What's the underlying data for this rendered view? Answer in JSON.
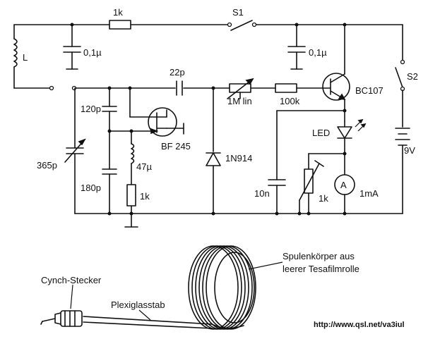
{
  "labels": {
    "r_top": "1k",
    "s1": "S1",
    "coil": "L",
    "c_top1": "0,1µ",
    "c_top2": "0,1µ",
    "c_22p": "22p",
    "s2": "S2",
    "pot": "1M lin",
    "r_100k": "100k",
    "bc107": "BC107",
    "c_120p": "120p",
    "bf245": "BF 245",
    "led": "LED",
    "c_365p": "365p",
    "ind_47": "47µ",
    "diode": "1N914",
    "battery": "9V",
    "c_180p": "180p",
    "r_1k_src": "1k",
    "c_10n": "10n",
    "trim_1k": "1k",
    "meter": "1mA",
    "meter_symbol": "A",
    "spule": "Spulenkörper aus",
    "spule2": "leerer Tesafilmrolle",
    "cynch": "Cynch-Stecker",
    "plexi": "Plexiglasstab",
    "url": "http://www.qsl.net/va3iul"
  }
}
